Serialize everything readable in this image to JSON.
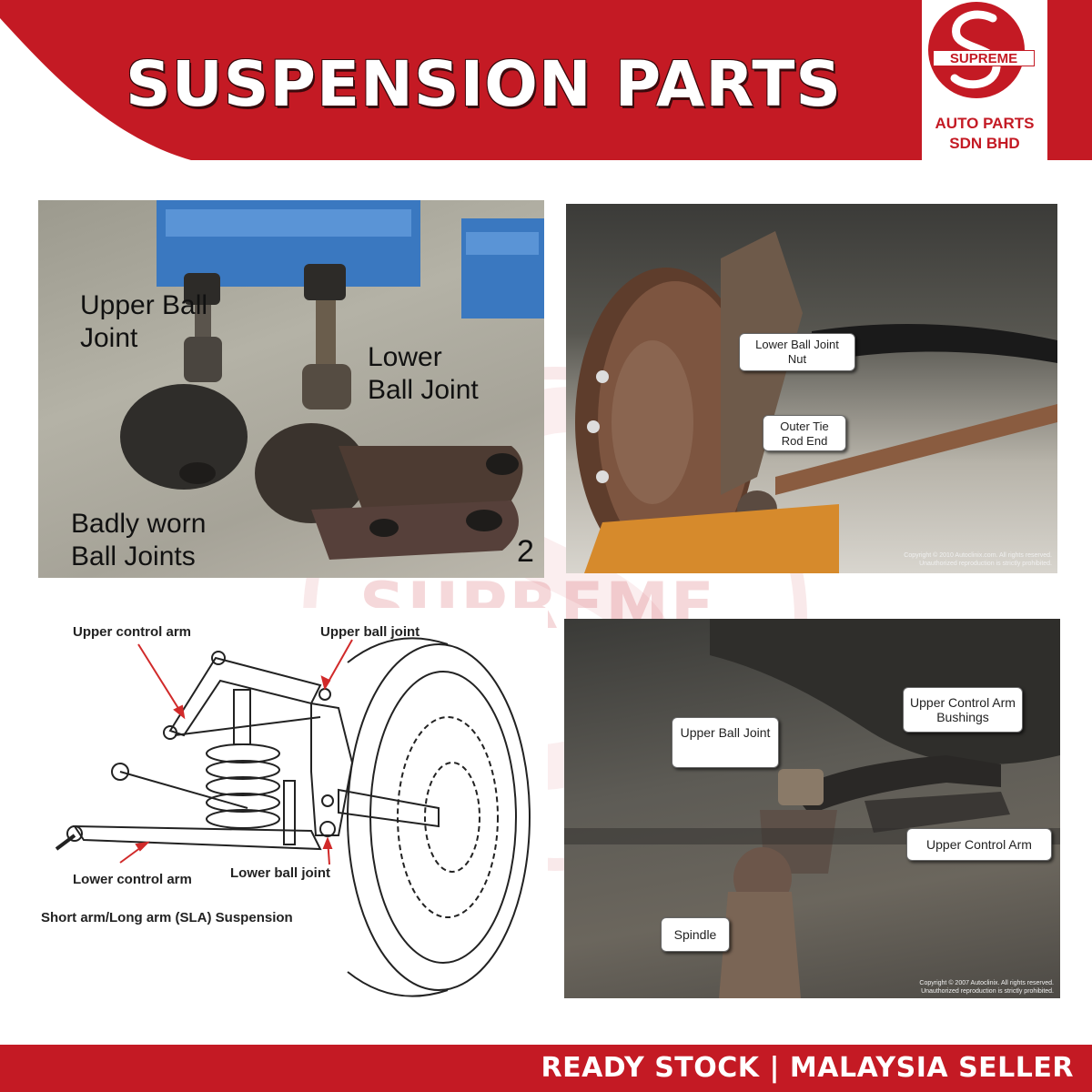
{
  "header": {
    "title": "SUSPENSION PARTS",
    "color": "#c41a24"
  },
  "logo": {
    "brand": "SUPREME",
    "line1": "AUTO PARTS",
    "line2": "SDN BHD"
  },
  "watermark": {
    "text": "SUPREME"
  },
  "photo1": {
    "upper": "Upper Ball Joint",
    "lower": "Lower Ball Joint",
    "worn": "Badly worn Ball Joints",
    "number": "2"
  },
  "photo2": {
    "label1": "Lower Ball Joint Nut",
    "label2": "Outer Tie Rod End",
    "copyright1": "Copyright © 2010 Autoclinix.com.  All rights reserved.",
    "copyright2": "Unauthorized reproduction is strictly prohibited."
  },
  "diagram": {
    "upper_control_arm": "Upper control arm",
    "upper_ball_joint": "Upper ball joint",
    "lower_control_arm": "Lower control arm",
    "lower_ball_joint": "Lower ball joint",
    "caption": "Short arm/Long arm (SLA) Suspension"
  },
  "photo4": {
    "upper_ball_joint": "Upper Ball Joint",
    "bushings": "Upper Control Arm Bushings",
    "control_arm": "Upper Control Arm",
    "spindle": "Spindle",
    "copyright1": "Copyright © 2007 Autoclinix.  All rights reserved.",
    "copyright2": "Unauthorized reproduction is strictly prohibited."
  },
  "footer": {
    "text": "READY STOCK | MALAYSIA SELLER"
  }
}
